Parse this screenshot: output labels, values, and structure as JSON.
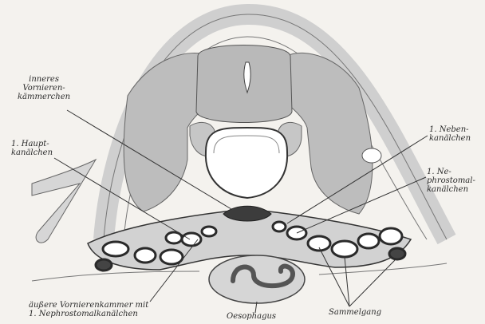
{
  "labels": {
    "inneres": [
      "inneres",
      "Vornieren-",
      "kämmerchen"
    ],
    "hauptkanalchen": [
      "1. Haupt-",
      "kanälchen"
    ],
    "nebenkanalchen": [
      "1. Neben-",
      "kanälchen"
    ],
    "nephrostomal": [
      "1. Ne-",
      "phrostomal-",
      "kanälchen"
    ],
    "aussere": [
      "äußere Vornierenkammer mit",
      "1. Nephrostomalkanälchen"
    ],
    "oesophagus": "Oesophagus",
    "sammelgang": "Sammelgang"
  },
  "colors": {
    "background": "#f4f2ee",
    "tissue_gray": "#bdbdbd",
    "dark_gray": "#8c8c8c",
    "outline": "#3a3a3a",
    "lumen": "#ffffff"
  }
}
